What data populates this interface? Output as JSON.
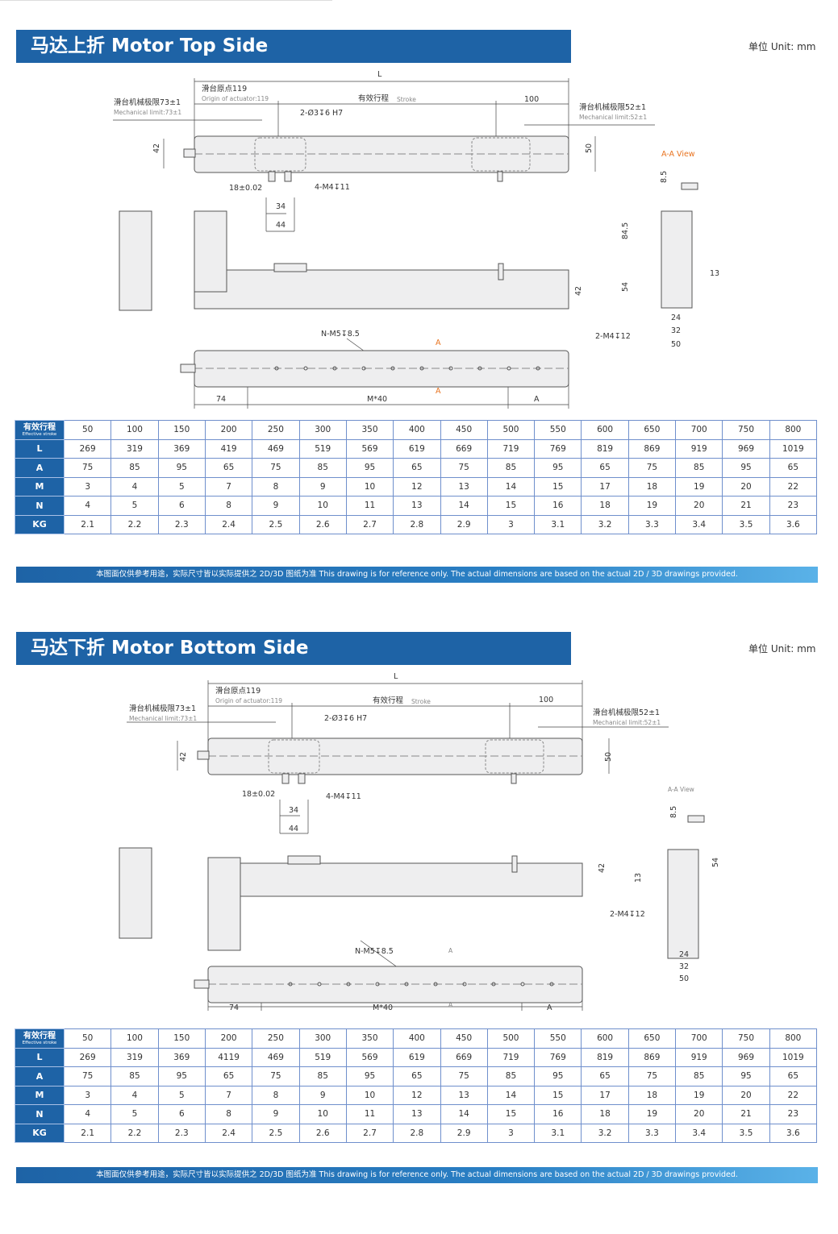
{
  "sections": [
    {
      "title": "马达上折  Motor Top Side",
      "unit": "单位 Unit:  mm",
      "labels": {
        "L": "L",
        "origin_cn": "滑台原点119",
        "origin_en": "Origin of actuator:119",
        "mech_left_cn": "滑台机械极限73±1",
        "mech_left_en": "Mechanical limit:73±1",
        "stroke_cn": "有效行程",
        "stroke_en": "Stroke",
        "d100": "100",
        "mech_right_cn": "滑台机械极限52±1",
        "mech_right_en": "Mechanical limit:52±1",
        "pin_hole": "2-Ø3↧6 H7",
        "h42": "42",
        "h50": "50",
        "aa_view": "A-A View",
        "tol18": "18±0.02",
        "m4_11": "4-M4↧11",
        "d34": "34",
        "d44": "44",
        "d8_5": "8.5",
        "d84_5": "84.5",
        "d54": "54",
        "d13": "13",
        "side42": "42",
        "m4_12": "2-M4↧12",
        "d24": "24",
        "d32": "32",
        "d50b": "50",
        "m5": "N-M5↧8.5",
        "a_top": "A",
        "a_bot": "A",
        "d74": "74",
        "m40": "M*40",
        "a_dim": "A"
      },
      "table": {
        "header_cn": "有效行程",
        "header_en": "Effective stroke",
        "strokes": [
          "50",
          "100",
          "150",
          "200",
          "250",
          "300",
          "350",
          "400",
          "450",
          "500",
          "550",
          "600",
          "650",
          "700",
          "750",
          "800"
        ],
        "rows": [
          {
            "label": "L",
            "values": [
              "269",
              "319",
              "369",
              "419",
              "469",
              "519",
              "569",
              "619",
              "669",
              "719",
              "769",
              "819",
              "869",
              "919",
              "969",
              "1019"
            ]
          },
          {
            "label": "A",
            "values": [
              "75",
              "85",
              "95",
              "65",
              "75",
              "85",
              "95",
              "65",
              "75",
              "85",
              "95",
              "65",
              "75",
              "85",
              "95",
              "65"
            ]
          },
          {
            "label": "M",
            "values": [
              "3",
              "4",
              "5",
              "7",
              "8",
              "9",
              "10",
              "12",
              "13",
              "14",
              "15",
              "17",
              "18",
              "19",
              "20",
              "22"
            ]
          },
          {
            "label": "N",
            "values": [
              "4",
              "5",
              "6",
              "8",
              "9",
              "10",
              "11",
              "13",
              "14",
              "15",
              "16",
              "18",
              "19",
              "20",
              "21",
              "23"
            ]
          },
          {
            "label": "KG",
            "values": [
              "2.1",
              "2.2",
              "2.3",
              "2.4",
              "2.5",
              "2.6",
              "2.7",
              "2.8",
              "2.9",
              "3",
              "3.1",
              "3.2",
              "3.3",
              "3.4",
              "3.5",
              "3.6"
            ]
          }
        ]
      },
      "footer": "本图面仅供参考用途，实际尺寸皆以实际提供之 2D/3D 图纸为准 This drawing is for reference only. The actual dimensions are based on the actual 2D / 3D drawings provided."
    },
    {
      "title": "马达下折 Motor Bottom Side",
      "unit": "单位 Unit:  mm",
      "labels": {
        "L": "L",
        "origin_cn": "滑台原点119",
        "origin_en": "Origin of actuator:119",
        "mech_left_cn": "滑台机械极限73±1",
        "mech_left_en": "Mechanical limit:73±1",
        "stroke_cn": "有效行程",
        "stroke_en": "Stroke",
        "d100": "100",
        "mech_right_cn": "滑台机械极限52±1",
        "mech_right_en": "Mechanical limit:52±1",
        "pin_hole": "2-Ø3↧6 H7",
        "h42": "42",
        "h50": "50",
        "aa_view": "A-A View",
        "tol18": "18±0.02",
        "m4_11": "4-M4↧11",
        "d34": "34",
        "d44": "44",
        "d8_5": "8.5",
        "d54": "54",
        "d13": "13",
        "side42": "42",
        "m4_12": "2-M4↧12",
        "d24": "24",
        "d32": "32",
        "d50b": "50",
        "m5": "N-M5↧8.5",
        "a_top": "A",
        "a_bot": "A",
        "d74": "74",
        "m40": "M*40",
        "a_dim": "A"
      },
      "table": {
        "header_cn": "有效行程",
        "header_en": "Effective stroke",
        "strokes": [
          "50",
          "100",
          "150",
          "200",
          "250",
          "300",
          "350",
          "400",
          "450",
          "500",
          "550",
          "600",
          "650",
          "700",
          "750",
          "800"
        ],
        "rows": [
          {
            "label": "L",
            "values": [
              "269",
              "319",
              "369",
              "4119",
              "469",
              "519",
              "569",
              "619",
              "669",
              "719",
              "769",
              "819",
              "869",
              "919",
              "969",
              "1019"
            ]
          },
          {
            "label": "A",
            "values": [
              "75",
              "85",
              "95",
              "65",
              "75",
              "85",
              "95",
              "65",
              "75",
              "85",
              "95",
              "65",
              "75",
              "85",
              "95",
              "65"
            ]
          },
          {
            "label": "M",
            "values": [
              "3",
              "4",
              "5",
              "7",
              "8",
              "9",
              "10",
              "12",
              "13",
              "14",
              "15",
              "17",
              "18",
              "19",
              "20",
              "22"
            ]
          },
          {
            "label": "N",
            "values": [
              "4",
              "5",
              "6",
              "8",
              "9",
              "10",
              "11",
              "13",
              "14",
              "15",
              "16",
              "18",
              "19",
              "20",
              "21",
              "23"
            ]
          },
          {
            "label": "KG",
            "values": [
              "2.1",
              "2.2",
              "2.3",
              "2.4",
              "2.5",
              "2.6",
              "2.7",
              "2.8",
              "2.9",
              "3",
              "3.1",
              "3.2",
              "3.3",
              "3.4",
              "3.5",
              "3.6"
            ]
          }
        ]
      },
      "footer": "本图面仅供参考用途，实际尺寸皆以实际提供之 2D/3D 图纸为准 This drawing is for reference only. The actual dimensions are based on the actual 2D / 3D drawings provided."
    }
  ],
  "colors": {
    "brand": "#1e63a6",
    "accent": "#e8731f",
    "grid": "#6f8fcc"
  }
}
